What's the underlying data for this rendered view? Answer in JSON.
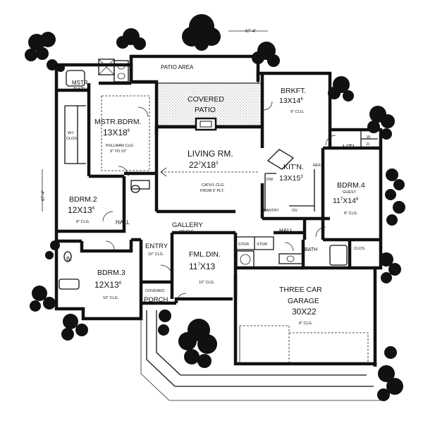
{
  "dimensions": {
    "width_label": "67'-4\"",
    "depth_label": "67'-4\""
  },
  "rooms": {
    "patio_area": "PATIO AREA",
    "covered_patio": [
      "COVERED",
      "PATIO"
    ],
    "mstr_bath": [
      "MSTR.",
      "BATH"
    ],
    "wi_clos": [
      "W-I",
      "CLOS."
    ],
    "mstr_bdrm": {
      "name": "MSTR.BDRM.",
      "size": "13X18",
      "sup": "6",
      "note1": "PULLMAN CLG.",
      "note2": "9\" TO 10\""
    },
    "living": {
      "name": "LIVING RM.",
      "size": "22",
      "sup": "2",
      "size2": "X18",
      "sup2": "3",
      "note1": "CATH'L CLG.",
      "note2": "FROM 9' PLT."
    },
    "brkft": {
      "name": "BRKFT.",
      "size": "13X14",
      "sup": "6",
      "note": "9\" CLG."
    },
    "kitn": {
      "name": "KIT'N.",
      "size": "13X15",
      "sup": "3"
    },
    "utl": "UTL.",
    "wd": [
      "W.",
      "D."
    ],
    "ref": "REF.",
    "dw": "DW",
    "pantry": "PANTRY",
    "ov": "OV",
    "bdrm2": {
      "name": "BDRM.2",
      "size": "12X13",
      "sup": "6",
      "note": "8\" CLG."
    },
    "bdrm3": {
      "name": "BDRM.3",
      "size": "12X13",
      "sup": "6",
      "note": "10\" CLG."
    },
    "bdrm4": {
      "name": "BDRM.4",
      "guest": "GUEST",
      "size": "11",
      "sup": "7",
      "size2": "X14",
      "sup2": "6",
      "note": "8\" CLG."
    },
    "hall_left": "HALL",
    "hall_right": "HALL",
    "gallery": {
      "name": "GALLERY",
      "note": "10\" CLG."
    },
    "entry": {
      "name": "ENTRY",
      "note": "10\" CLG."
    },
    "fml_din": {
      "name": "FML.DIN.",
      "size": "11",
      "sup": "7",
      "size2": "X13",
      "note": "10\" CLG."
    },
    "bath": "BATH",
    "b_small": "B.",
    "clos": "CLOS.",
    "stor1": "STOR",
    "stor2": "STOR",
    "porch": [
      "COVERED",
      "PORCH"
    ],
    "garage": {
      "line1": "THREE CAR",
      "line2": "GARAGE",
      "size": "30X22",
      "note": "8\" CLG."
    }
  },
  "colors": {
    "ink": "#111111",
    "paper": "#ffffff"
  }
}
